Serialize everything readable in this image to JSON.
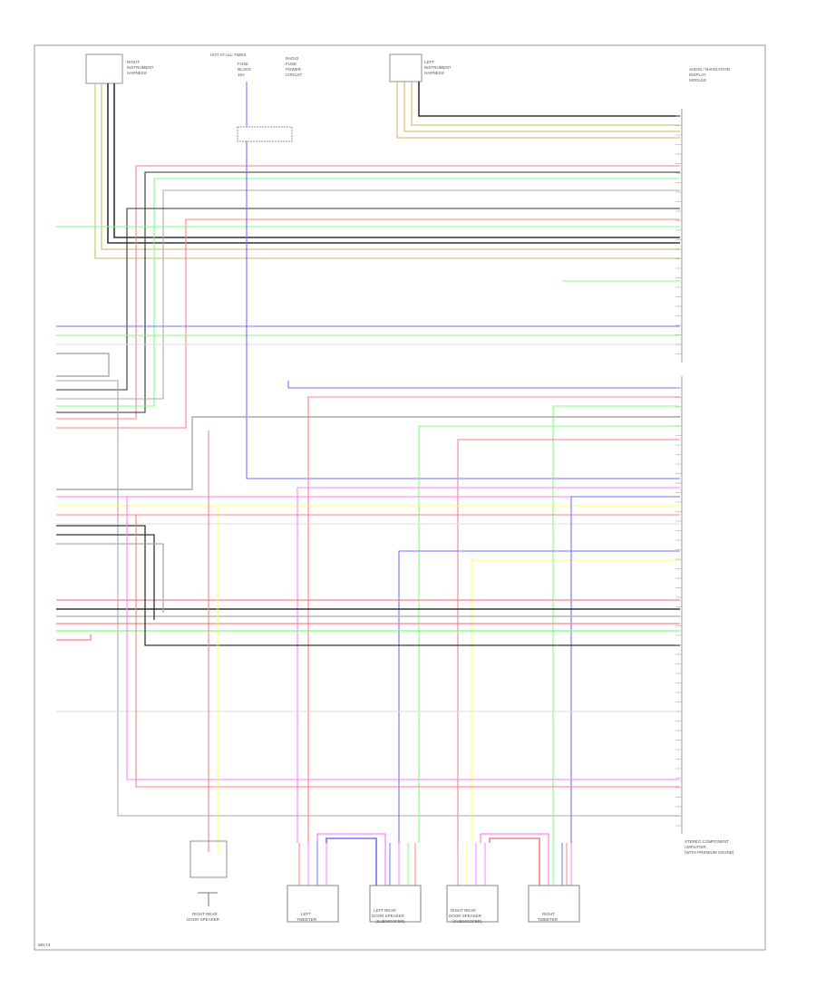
{
  "diagram_code": "W0174",
  "top_connectors": [
    {
      "label_lines": [
        "RIGHT",
        "INSTRUMENT",
        "HARNESS"
      ]
    },
    {
      "label_lines": [
        "HOT AT ALL TIMES",
        "FUSE",
        "BLOCK",
        "15A"
      ]
    },
    {
      "label_lines": [
        "RADIO",
        "FUSE",
        "POWER",
        "CIRCUIT"
      ]
    },
    {
      "label_lines": [
        "LEFT",
        "INSTRUMENT",
        "HARNESS"
      ]
    }
  ],
  "right_module": {
    "label_lines": [
      "AUDIO / NAVIGATION",
      "DISPLAY",
      "MODULE"
    ]
  },
  "bottom_module": {
    "label_lines": [
      "STEREO COMPONENT",
      "AMPLIFIER",
      "(WITH PREMIUM SOUND)"
    ]
  },
  "bottom_components": [
    {
      "label_lines": [
        "RIGHT REAR",
        "DOOR SPEAKER"
      ]
    },
    {
      "label_lines": [
        "LEFT",
        "TWEETER"
      ]
    },
    {
      "label_lines": [
        "LEFT REAR",
        "DOOR SPEAKER",
        "(SUBWOOFER)"
      ]
    },
    {
      "label_lines": [
        "RIGHT REAR",
        "DOOR SPEAKER",
        "(SUBWOOFER)"
      ]
    },
    {
      "label_lines": [
        "RIGHT",
        "TWEETER"
      ]
    }
  ],
  "wire_colors": {
    "red": "#ff8080",
    "green": "#80ff80",
    "blue": "#7070ff",
    "black": "#333333",
    "gray": "#aaaaaa",
    "tan": "#d8c27a",
    "pink": "#ff80ff",
    "yellow": "#ffff60",
    "white": "#dddddd"
  }
}
